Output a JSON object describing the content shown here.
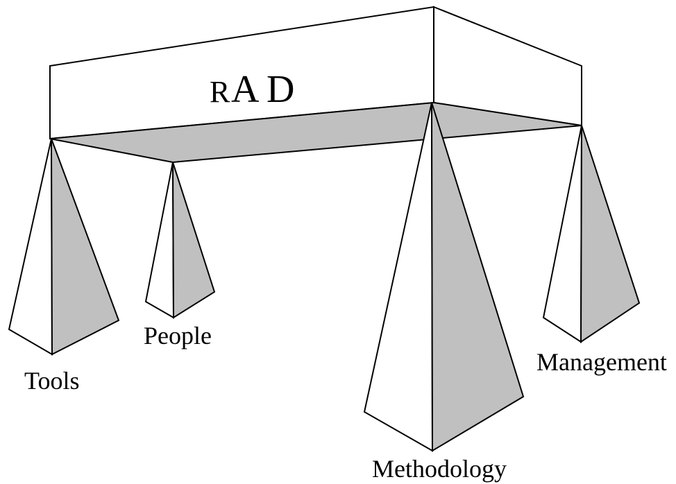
{
  "diagram": {
    "title_letters": [
      "R",
      "A",
      "D"
    ],
    "pillars": [
      {
        "id": "tools",
        "label": "Tools"
      },
      {
        "id": "people",
        "label": "People"
      },
      {
        "id": "methodology",
        "label": "Methodology"
      },
      {
        "id": "management",
        "label": "Management"
      }
    ],
    "colors": {
      "outline": "#000000",
      "shade": "#c0c0c0",
      "face": "#ffffff"
    }
  }
}
